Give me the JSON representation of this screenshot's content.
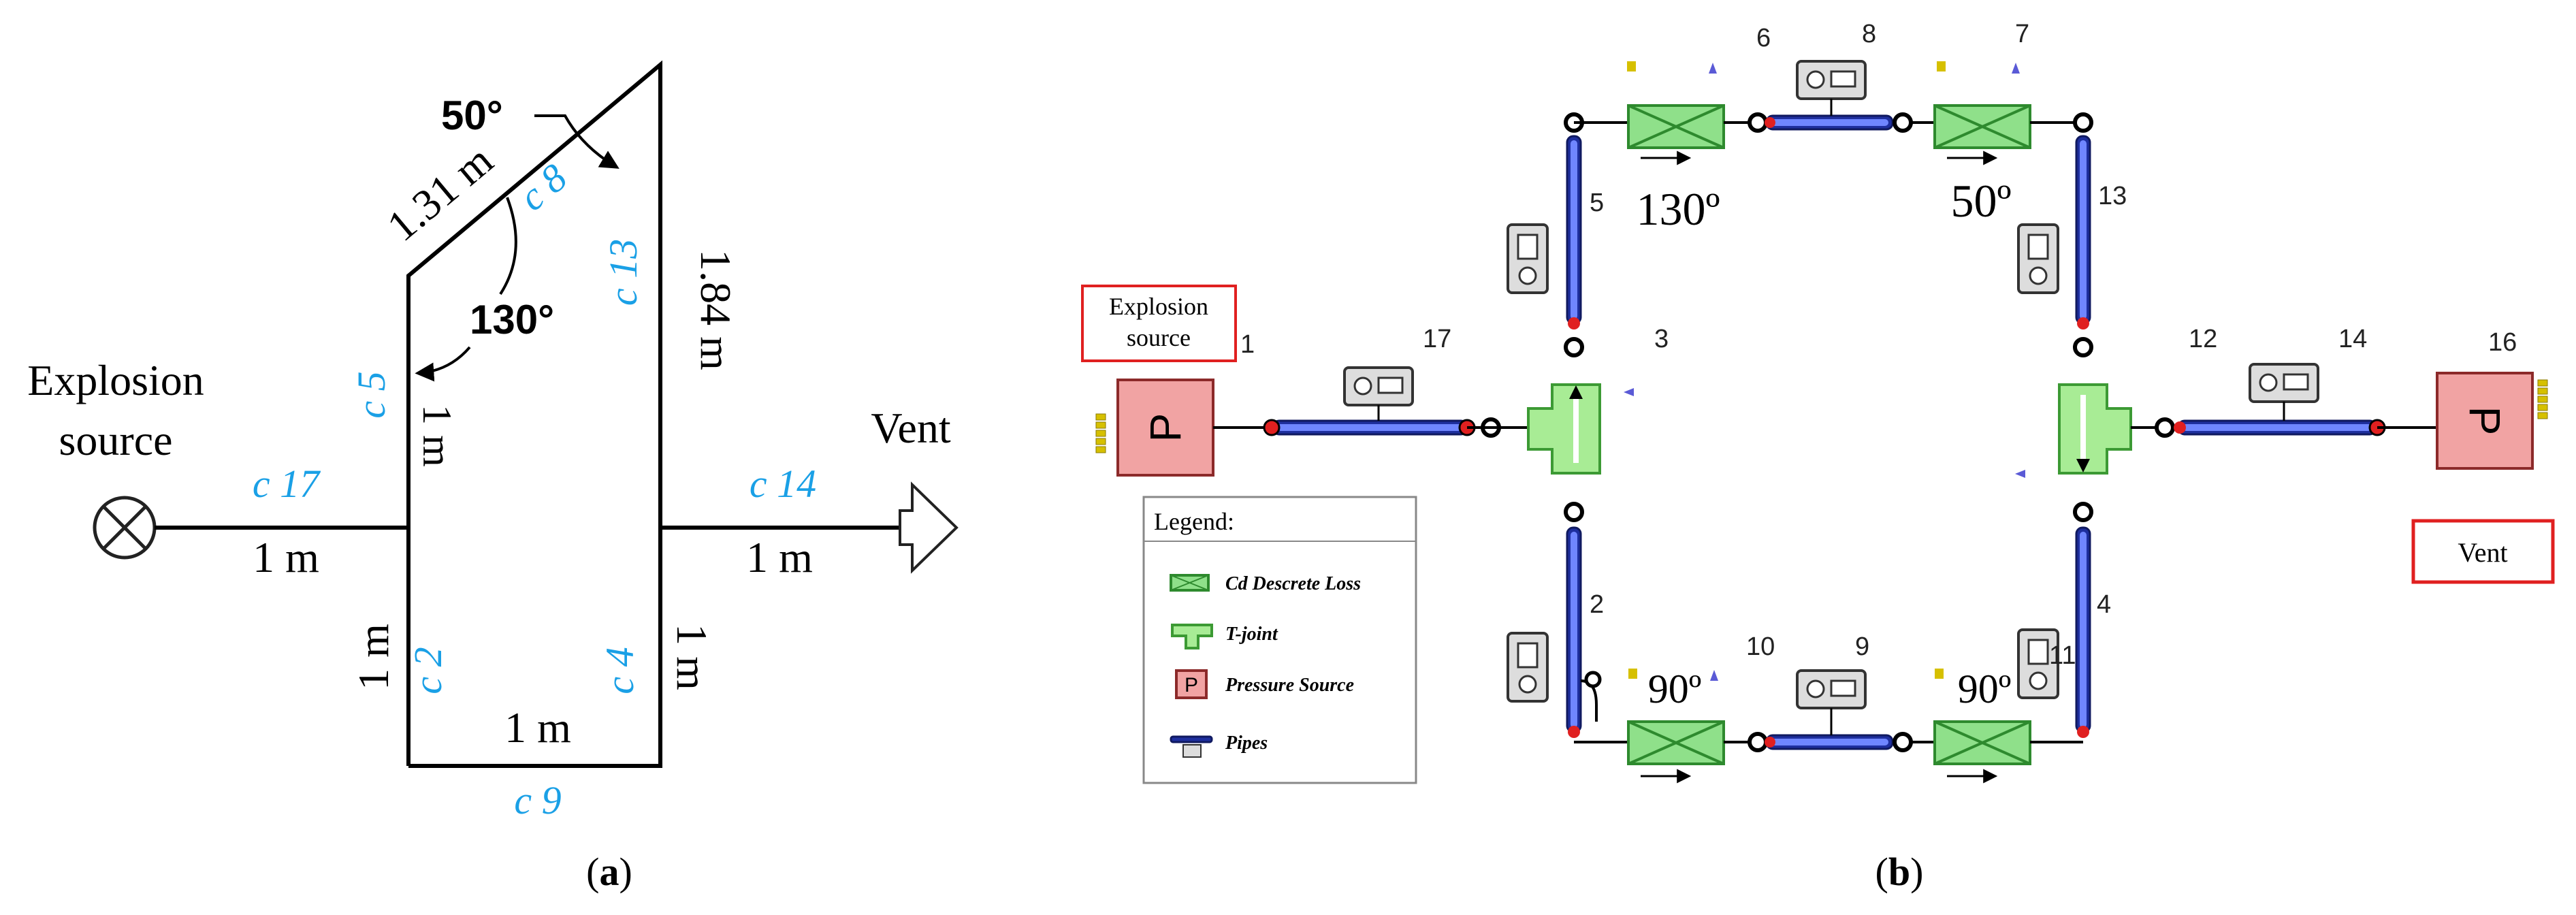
{
  "panel_a": {
    "caption_letter": "a",
    "source_label_line1": "Explosion",
    "source_label_line2": "source",
    "vent_label": "Vent",
    "angle_top": "50°",
    "angle_mid": "130°",
    "lengths": {
      "slant": "1.31 m",
      "right_vertical": "1.84 m",
      "left_upper": "1 m",
      "inlet": "1 m",
      "outlet": "1 m",
      "left_lower": "1 m",
      "right_lower": "1 m",
      "bottom": "1 m"
    },
    "component_labels": {
      "c17": "c 17",
      "c14": "c 14",
      "c5": "c 5",
      "c8": "c 8",
      "c13": "c 13",
      "c2": "c 2",
      "c4": "c 4",
      "c9": "c 9"
    }
  },
  "panel_b": {
    "caption_letter": "b",
    "explosion_box_line1": "Explosion",
    "explosion_box_line2": "source",
    "vent_box": "Vent",
    "pressure_symbol": "P",
    "angles": {
      "a130": "130º",
      "a50": "50º",
      "a90_left": "90º",
      "a90_right": "90º"
    },
    "node_numbers": {
      "n1": "1",
      "n2": "2",
      "n3": "3",
      "n4": "4",
      "n5": "5",
      "n6": "6",
      "n7": "7",
      "n8": "8",
      "n9": "9",
      "n10": "10",
      "n11": "11",
      "n12": "12",
      "n13": "13",
      "n14": "14",
      "n16": "16",
      "n17": "17"
    },
    "legend": {
      "title": "Legend:",
      "items": [
        "Cd Descrete Loss",
        "T-joint",
        "Pressure Source",
        "Pipes"
      ]
    }
  },
  "colors": {
    "component_label": "#1aa0e6",
    "pipe": "#1e2f9e",
    "discrete_loss": "#8fe08a",
    "pressure_source": "#f1a3a3",
    "red_box": "#e02020"
  }
}
